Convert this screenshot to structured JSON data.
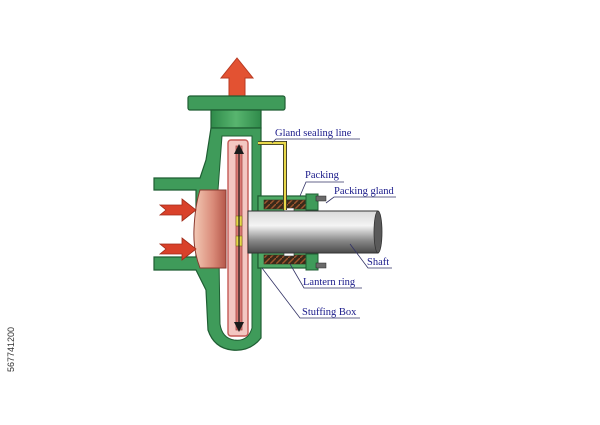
{
  "labels": {
    "gland_sealing_line": "Gland sealing line",
    "packing": "Packing",
    "packing_gland": "Packing gland",
    "shaft": "Shaft",
    "lantern_ring": "Lantern ring",
    "stuffing_box": "Stuffing Box"
  },
  "watermark": {
    "stock_id": "567741200"
  },
  "colors": {
    "casing": "#3f9b5a",
    "casing_outline": "#1f5e33",
    "inlet_arrow": "#d9412a",
    "outlet_arrow": "#e35232",
    "impeller": "#d97a74",
    "sealing_line": "#e8d84a",
    "label_text": "#1a1a8a",
    "shaft": "#7a7a7a",
    "packing": "#8a4a2a"
  }
}
